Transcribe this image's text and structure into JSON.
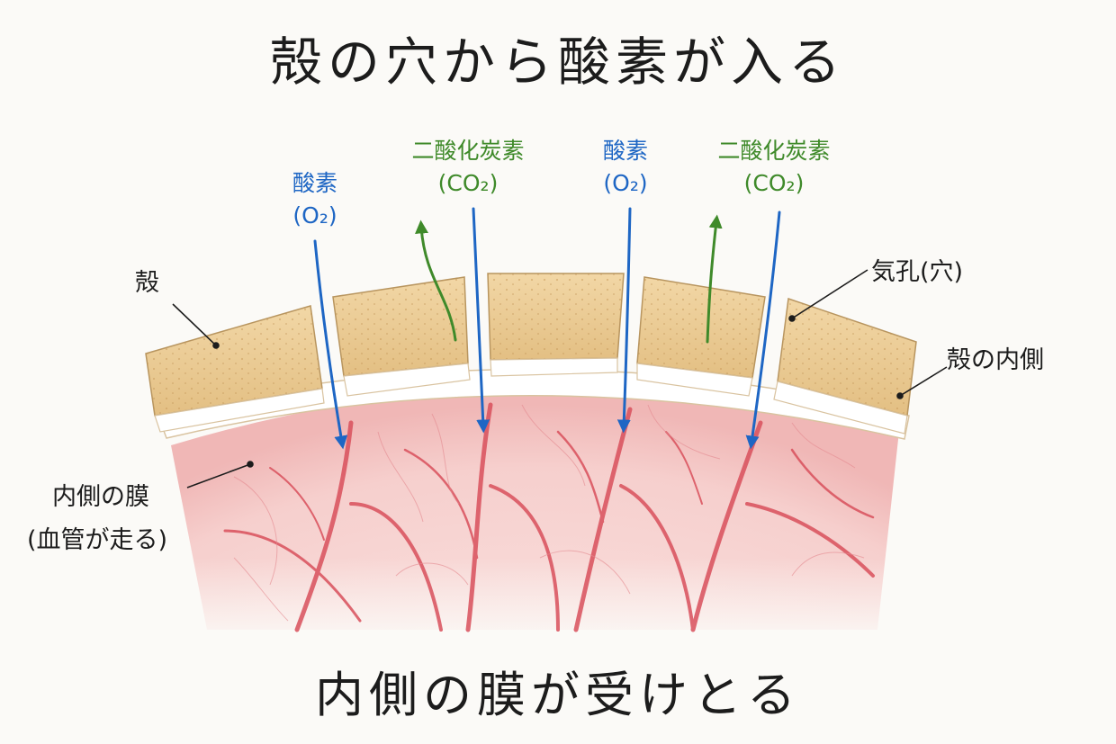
{
  "title_top": "殻の穴から酸素が入る",
  "title_bottom": "内側の膜が受けとる",
  "labels": {
    "shell": "殻",
    "pore": "気孔(穴)",
    "shell_inner": "殻の内側",
    "membrane_line1": "内側の膜",
    "membrane_line2": "(血管が走る)"
  },
  "gases": [
    {
      "name": "酸素",
      "formula": "(O₂)",
      "direction": "in"
    },
    {
      "name": "二酸化炭素",
      "formula": "(CO₂)",
      "direction": "out"
    },
    {
      "name": "酸素",
      "formula": "(O₂)",
      "direction": "in"
    },
    {
      "name": "二酸化炭素",
      "formula": "(CO₂)",
      "direction": "out"
    }
  ],
  "colors": {
    "oxygen": "#1e66c4",
    "carbon_dioxide": "#3f8a2a",
    "shell": "#e8c992",
    "membrane": "#f3c3c3",
    "vessel": "#d9505c",
    "text": "#1c1c1c"
  }
}
